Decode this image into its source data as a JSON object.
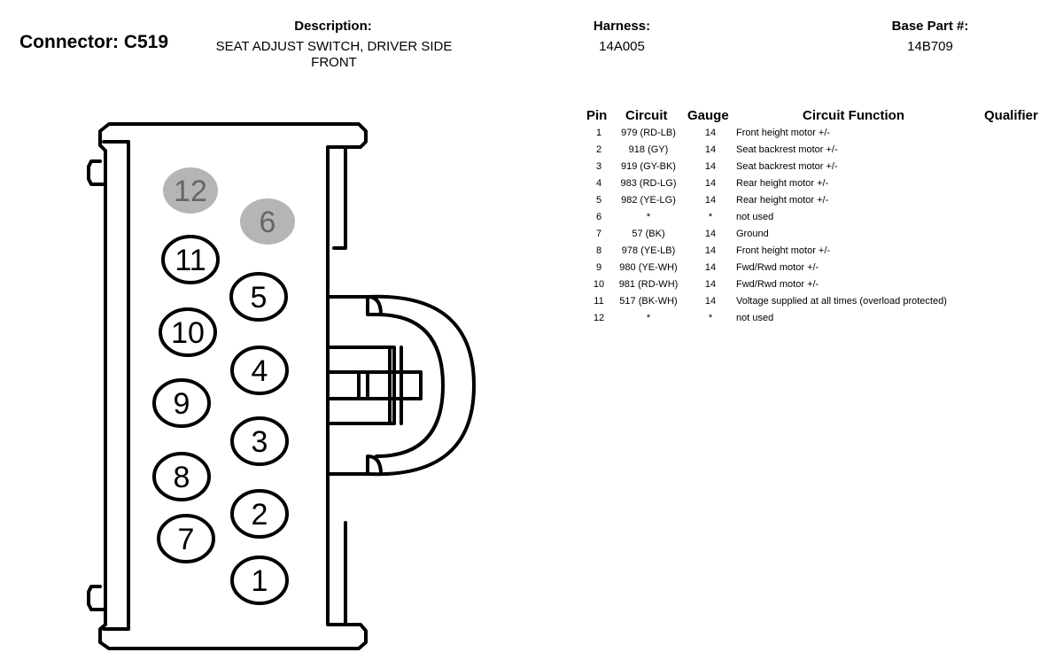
{
  "header": {
    "connector": "Connector: C519",
    "description_label": "Description:",
    "description": "SEAT ADJUST SWITCH, DRIVER SIDE FRONT",
    "harness_label": "Harness:",
    "harness": "14A005",
    "base_part_label": "Base Part #:",
    "base_part": "14B709"
  },
  "table": {
    "headers": {
      "pin": "Pin",
      "circuit": "Circuit",
      "gauge": "Gauge",
      "function": "Circuit Function",
      "qualifier": "Qualifier"
    },
    "rows": [
      {
        "pin": "1",
        "circuit": "979 (RD-LB)",
        "gauge": "14",
        "function": "Front height motor +/-",
        "qualifier": ""
      },
      {
        "pin": "2",
        "circuit": "918 (GY)",
        "gauge": "14",
        "function": "Seat backrest motor +/-",
        "qualifier": ""
      },
      {
        "pin": "3",
        "circuit": "919 (GY-BK)",
        "gauge": "14",
        "function": "Seat backrest motor +/-",
        "qualifier": ""
      },
      {
        "pin": "4",
        "circuit": "983 (RD-LG)",
        "gauge": "14",
        "function": "Rear height motor +/-",
        "qualifier": ""
      },
      {
        "pin": "5",
        "circuit": "982 (YE-LG)",
        "gauge": "14",
        "function": "Rear height motor +/-",
        "qualifier": ""
      },
      {
        "pin": "6",
        "circuit": "*",
        "gauge": "*",
        "function": "not used",
        "qualifier": ""
      },
      {
        "pin": "7",
        "circuit": "57 (BK)",
        "gauge": "14",
        "function": "Ground",
        "qualifier": ""
      },
      {
        "pin": "8",
        "circuit": "978 (YE-LB)",
        "gauge": "14",
        "function": "Front height motor +/-",
        "qualifier": ""
      },
      {
        "pin": "9",
        "circuit": "980 (YE-WH)",
        "gauge": "14",
        "function": "Fwd/Rwd motor +/-",
        "qualifier": ""
      },
      {
        "pin": "10",
        "circuit": "981 (RD-WH)",
        "gauge": "14",
        "function": "Fwd/Rwd motor +/-",
        "qualifier": ""
      },
      {
        "pin": "11",
        "circuit": "517 (BK-WH)",
        "gauge": "14",
        "function": "Voltage supplied at all times (overload protected)",
        "qualifier": ""
      },
      {
        "pin": "12",
        "circuit": "*",
        "gauge": "*",
        "function": "not used",
        "qualifier": ""
      }
    ]
  },
  "diagram": {
    "pins": [
      {
        "label": "12",
        "used": false
      },
      {
        "label": "6",
        "used": false
      },
      {
        "label": "11",
        "used": true
      },
      {
        "label": "5",
        "used": true
      },
      {
        "label": "10",
        "used": true
      },
      {
        "label": "4",
        "used": true
      },
      {
        "label": "9",
        "used": true
      },
      {
        "label": "3",
        "used": true
      },
      {
        "label": "8",
        "used": true
      },
      {
        "label": "2",
        "used": true
      },
      {
        "label": "7",
        "used": true
      },
      {
        "label": "1",
        "used": true
      }
    ],
    "colors": {
      "outline": "#000000",
      "unused_pin_fill": "#b5b5b5",
      "unused_pin_text": "#666666"
    }
  }
}
